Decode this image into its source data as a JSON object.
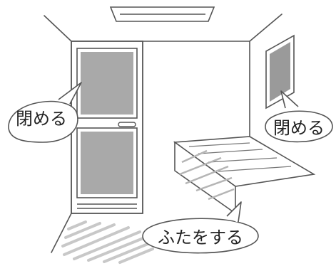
{
  "callouts": {
    "door": "閉める",
    "window": "閉める",
    "bathtub": "ふたをする"
  },
  "colors": {
    "line": "#555555",
    "glass": "#a9a9a9",
    "glass_dark": "#8a8a8a",
    "mat": "#c8c8c8",
    "bubble_fill": "#ffffff",
    "text": "#222222"
  },
  "icons": {
    "ceiling_light": "ceiling-light-icon",
    "door": "bathroom-door-icon",
    "window": "window-icon",
    "bathtub": "bathtub-cover-icon",
    "floor_mat": "floor-mat-icon"
  }
}
